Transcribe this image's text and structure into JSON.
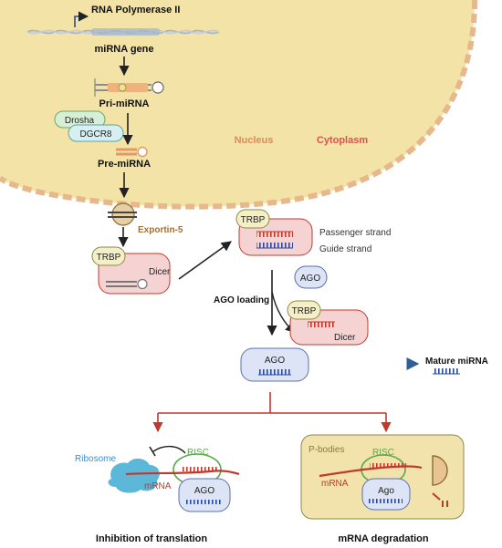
{
  "labels": {
    "rna_polymerase": "RNA Polymerase II",
    "mirna_gene": "miRNA gene",
    "pri_mirna": "Pri-miRNA",
    "drosha": "Drosha",
    "dgcr8": "DGCR8",
    "pre_mirna": "Pre-miRNA",
    "nucleus": "Nucleus",
    "cytoplasm": "Cytoplasm",
    "exportin5": "Exportin-5",
    "trbp": "TRBP",
    "dicer": "Dicer",
    "passenger_strand": "Passenger strand",
    "guide_strand": "Guide strand",
    "ago_loading": "AGO loading",
    "ago": "AGO",
    "mature_mirna": "Mature miRNA",
    "ribosome": "Ribosome",
    "risc": "RISC",
    "mrna": "mRNA",
    "p_bodies": "P-bodies",
    "ago_lower": "Ago",
    "inhibition": "Inhibition of translation",
    "degradation": "mRNA degradation"
  },
  "colors": {
    "nucleus_fill": "#f3e3a6",
    "nucleus_border": "#e6b88c",
    "dicer_fill": "#f6d3d3",
    "ago_fill": "#dde4f6",
    "trbp_fill": "#f4efc6",
    "drosha_fill": "#d7eed7",
    "dgcr8_fill": "#d7eff0",
    "passenger_strand": "#c0392b",
    "guide_strand": "#2c4a9a",
    "arrow_red": "#c0392b",
    "mature_arrow": "#2f5f96",
    "ribosome": "#5bb8d8",
    "pbodies_fill": "#f2e3ad",
    "risc_green": "#5aa84b"
  }
}
